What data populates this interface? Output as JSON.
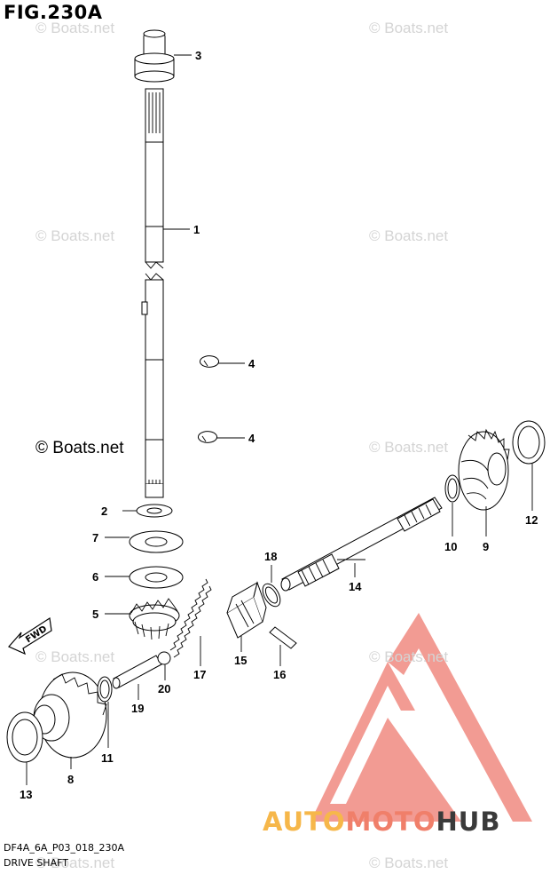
{
  "figure": {
    "title": "FIG.230A",
    "code": "DF4A_6A_P03_018_230A",
    "name": "DRIVE SHAFT"
  },
  "direction_label": "FWD",
  "watermarks": [
    "© Boats.net",
    "© Boats.net",
    "© Boats.net",
    "© Boats.net",
    "© Boats.net",
    "© Boats.net",
    "© Boats.net",
    "© Boats.net",
    "© Boats.net",
    "© Boats.net"
  ],
  "brand": {
    "part1": "AUTO",
    "part2": "MOTO",
    "part3": "HUB"
  },
  "callouts": [
    "1",
    "2",
    "3",
    "4",
    "4",
    "5",
    "6",
    "7",
    "8",
    "9",
    "10",
    "11",
    "12",
    "13",
    "14",
    "15",
    "16",
    "17",
    "18",
    "19",
    "20"
  ],
  "colors": {
    "logo_red": "#f08a80",
    "logo_orange": "#f6b74a",
    "logo_dark": "#3a3a3a",
    "watermark": "#d4d4d4"
  }
}
